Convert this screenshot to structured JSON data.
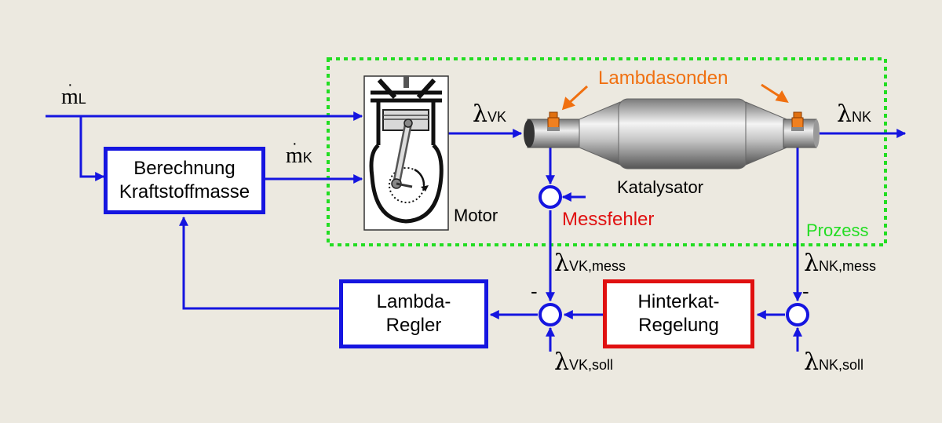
{
  "colors": {
    "background": "#ECE9E0",
    "signal_blue": "#1515E0",
    "controller_red": "#E01010",
    "process_border_green": "#22DD22",
    "sensor_label_orange": "#F07010",
    "error_label_red": "#E01010"
  },
  "inputs": {
    "air_mass": {
      "symbol": "m",
      "sub": "L"
    },
    "fuel_mass": {
      "symbol": "m",
      "sub": "K"
    }
  },
  "blocks": {
    "berechnung": "Berechnung\nKraftstoffmasse",
    "lambda_regler": "Lambda-\nRegler",
    "hinterkat": "Hinterkat-\nRegelung"
  },
  "labels": {
    "motor": "Motor",
    "katalysator": "Katalysator",
    "lambdasonden": "Lambdasonden",
    "messfehler": "Messfehler",
    "prozess": "Prozess"
  },
  "signals": {
    "lambda_vk": {
      "symbol": "λ",
      "sub": "VK"
    },
    "lambda_nk": {
      "symbol": "λ",
      "sub": "NK"
    },
    "lambda_vk_mess": {
      "symbol": "λ",
      "sub": "VK,mess"
    },
    "lambda_nk_mess": {
      "symbol": "λ",
      "sub": "NK,mess"
    },
    "lambda_vk_soll": {
      "symbol": "λ",
      "sub": "VK,soll"
    },
    "lambda_nk_soll": {
      "symbol": "λ",
      "sub": "NK,soll"
    }
  },
  "summing_signs": {
    "vk_minus": "-",
    "nk_minus": "-"
  },
  "icons": [
    "engine-cylinder-icon",
    "catalytic-converter-icon",
    "lambda-sensor-icon"
  ]
}
